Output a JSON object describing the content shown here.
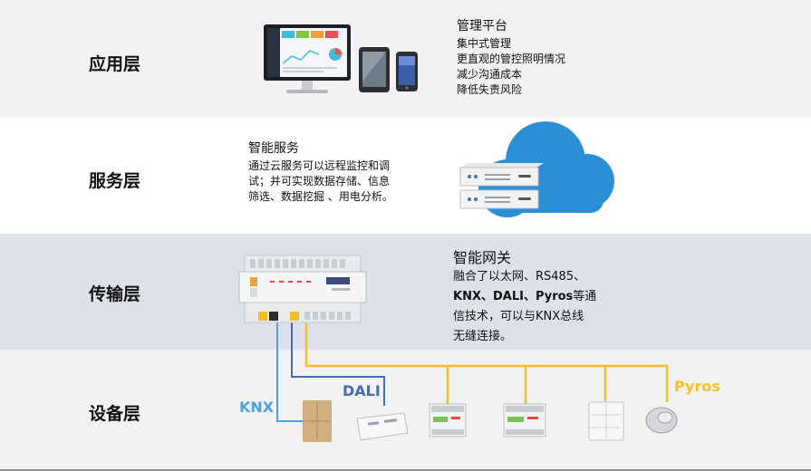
{
  "layers": {
    "app": "应用层",
    "service": "服务层",
    "transport": "传输层",
    "device": "设备层"
  },
  "app_block": {
    "title": "管理平台",
    "lines": [
      "集中式管理",
      "更直观的管控照明情况",
      "减少沟通成本",
      "降低失责风险"
    ]
  },
  "service_block": {
    "title": "智能服务",
    "lines": [
      "通过云服务可以远程监控和调",
      "试；并可实现数据存储、信息",
      "筛选、数据挖掘 、用电分析。"
    ]
  },
  "gateway_block": {
    "title": "智能网关",
    "line1": "融合了以太网、RS485、",
    "line2_bold": "KNX、DALI、Pyros",
    "line2_rest": "等通",
    "line3": "信技术，可以与KNX总线",
    "line4": "无缝连接。"
  },
  "bus": {
    "knx": "KNX",
    "dali": "DALI",
    "pyros": "Pyros"
  },
  "colors": {
    "knx": "#4aa3df",
    "dali": "#3f6fb5",
    "pyros": "#f4c02a",
    "cloud": "#2b8fd6"
  }
}
